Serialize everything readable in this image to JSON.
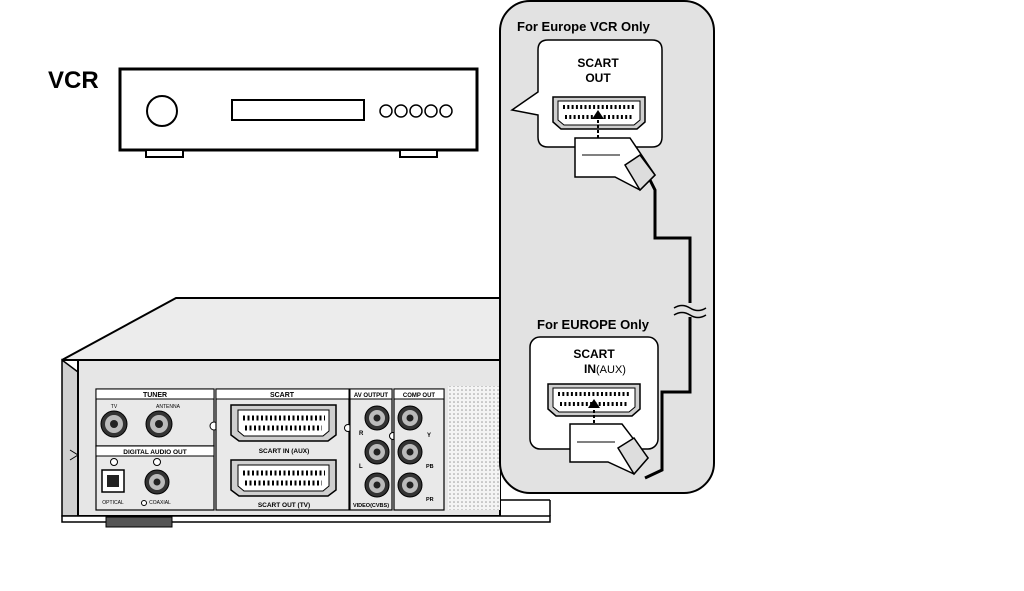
{
  "vcr": {
    "label": "VCR"
  },
  "callout_top": {
    "heading": "For Europe VCR Only",
    "port_line1": "SCART",
    "port_line2": "OUT"
  },
  "callout_bottom": {
    "heading": "For EUROPE Only",
    "port_line1": "SCART",
    "port_line2_main": "IN",
    "port_line2_paren": "(AUX)"
  },
  "panel": {
    "tuner": "TUNER",
    "tv": "TV",
    "antenna": "ANTENNA",
    "digital_audio_out": "DIGITAL AUDIO OUT",
    "optical": "OPTICAL",
    "coaxial": "COAXIAL",
    "scart": "SCART",
    "scart_in_aux": "SCART IN (AUX)",
    "scart_out_tv": "SCART OUT (TV)",
    "av_output": "AV OUTPUT",
    "r": "R",
    "l": "L",
    "video_cvbs": "VIDEO(CVBS)",
    "comp_out": "COMP OUT",
    "y": "Y",
    "pb": "PB",
    "pr": "PR"
  },
  "colors": {
    "panel_gray": "#e2e2e2",
    "outline": "#000000",
    "background": "#ffffff"
  }
}
